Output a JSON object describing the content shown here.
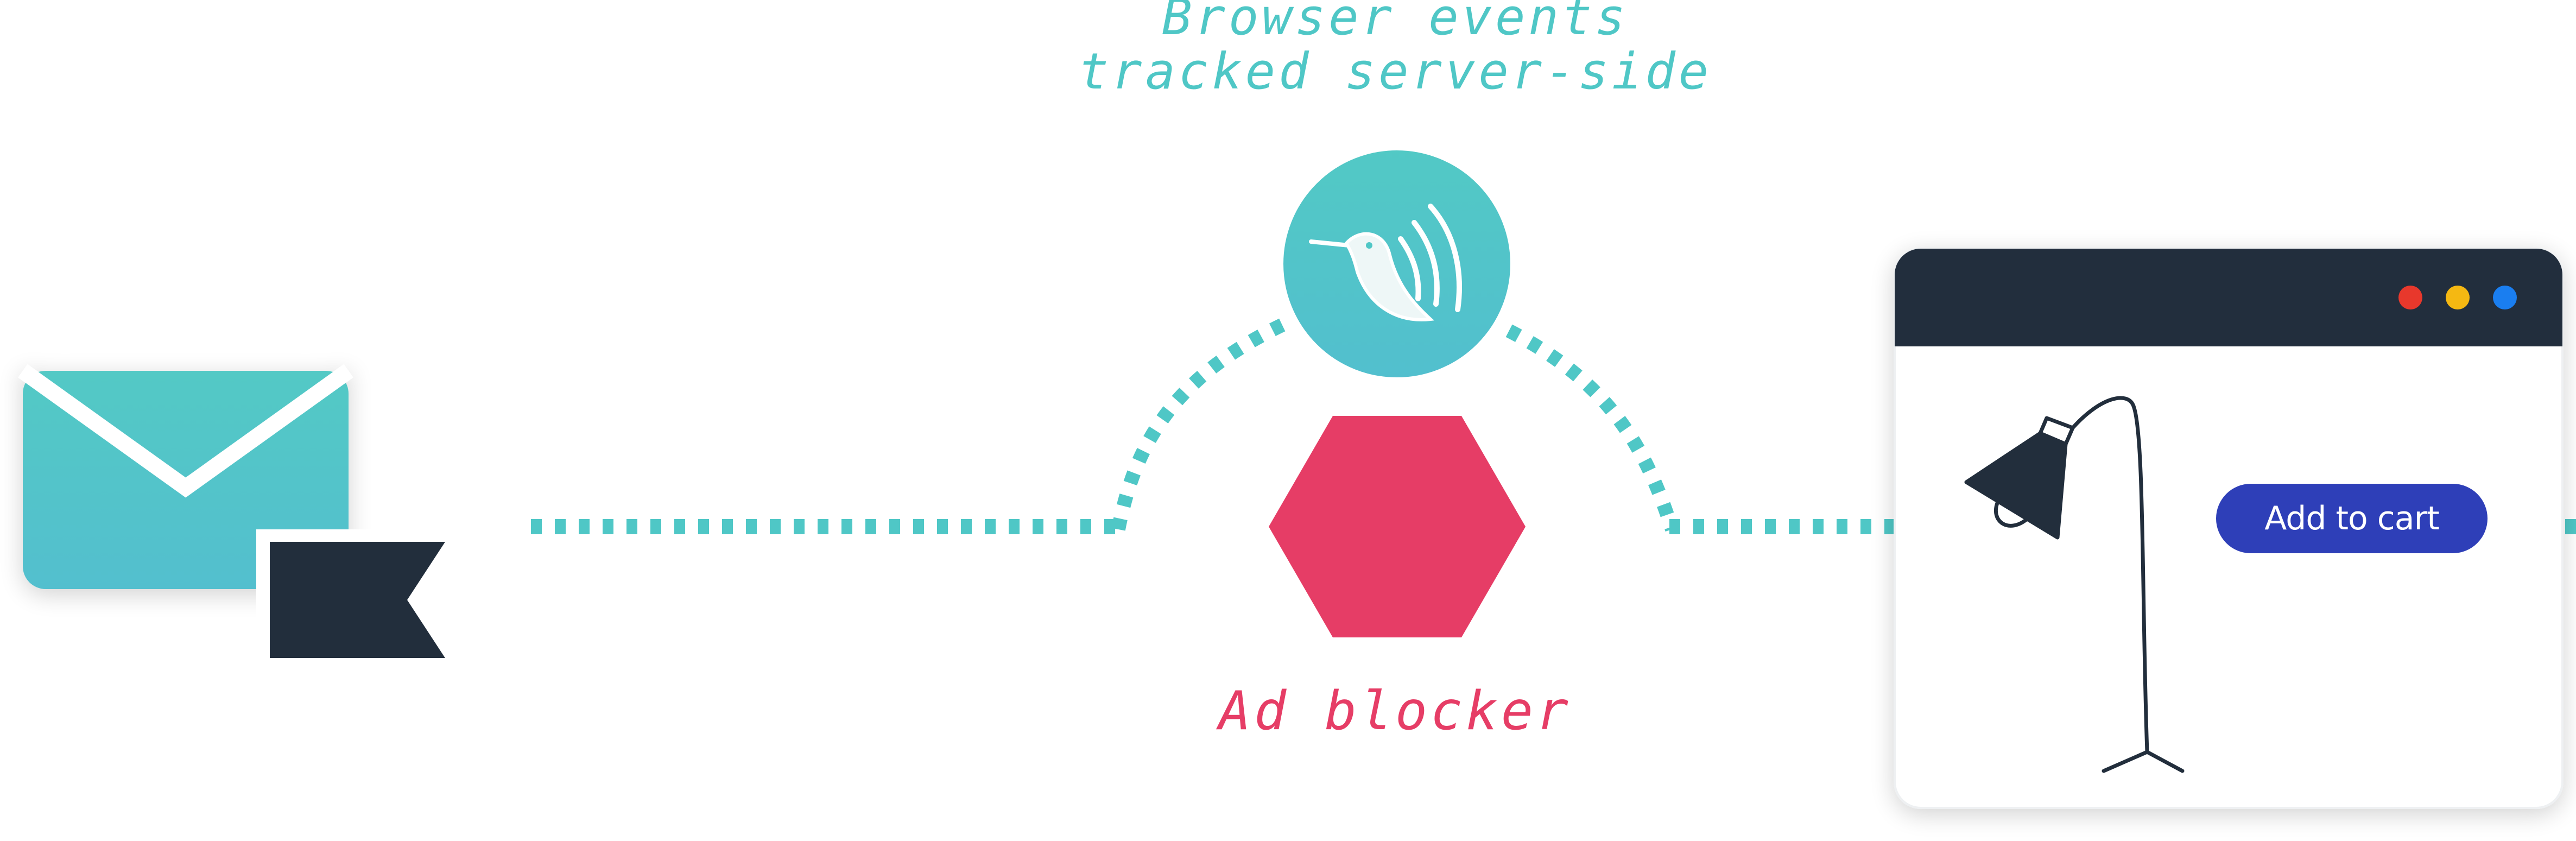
{
  "labels": {
    "server_side_line1": "Browser events",
    "server_side_line2": "tracked server-side",
    "blocker": "Ad blocker"
  },
  "browser_window": {
    "cta_label": "Add to cart"
  },
  "icons": {
    "email": "envelope-icon",
    "flag": "flag-icon",
    "server_side_node": "hummingbird-icon",
    "blocker_node": "hexagon-icon",
    "product": "floor-lamp-icon"
  },
  "colors": {
    "teal": "#4fc7c6",
    "dark_navy": "#212d3b",
    "blocker_red": "#e63d66",
    "cta_blue": "#2e3fb8",
    "dot_red": "#e8382c",
    "dot_yellow": "#f5b812",
    "dot_blue": "#1a7ef0"
  }
}
